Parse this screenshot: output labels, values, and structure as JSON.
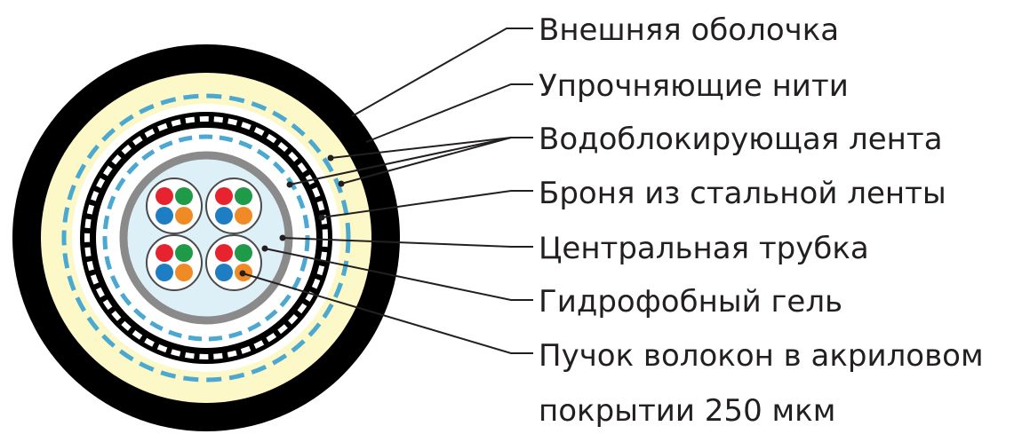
{
  "labels": {
    "outer_sheath": "Внешняя оболочка",
    "strength_yarns": "Упрочняющие нити",
    "water_blocking_tape": "Водоблокирующая лента",
    "steel_tape_armor": "Броня из стальной ленты",
    "central_tube": "Центральная трубка",
    "hydrophobic_gel": "Гидрофобный гель",
    "fiber_bundle_line1": "Пучок волокон в акриловом",
    "fiber_bundle_line2": "покрытии 250 мкм"
  },
  "colors": {
    "outer_sheath": "#000000",
    "strength_yarns": "#fcf8c8",
    "water_blocking_tape": "#4ba8d0",
    "steel_armor": "#000000",
    "central_tube": "#8a8a8a",
    "gel": "#ddf0f8",
    "fiber_red": "#e6232e",
    "fiber_green": "#1f9a48",
    "fiber_blue": "#1e7ec4",
    "fiber_orange": "#f08a24",
    "leader_line": "#231f20"
  },
  "fiber_bundles": [
    {
      "fibers": [
        "red",
        "green",
        "blue",
        "orange"
      ]
    },
    {
      "fibers": [
        "red",
        "green",
        "blue",
        "orange"
      ]
    },
    {
      "fibers": [
        "red",
        "green",
        "blue",
        "orange"
      ]
    },
    {
      "fibers": [
        "red",
        "green",
        "blue",
        "orange"
      ]
    }
  ]
}
